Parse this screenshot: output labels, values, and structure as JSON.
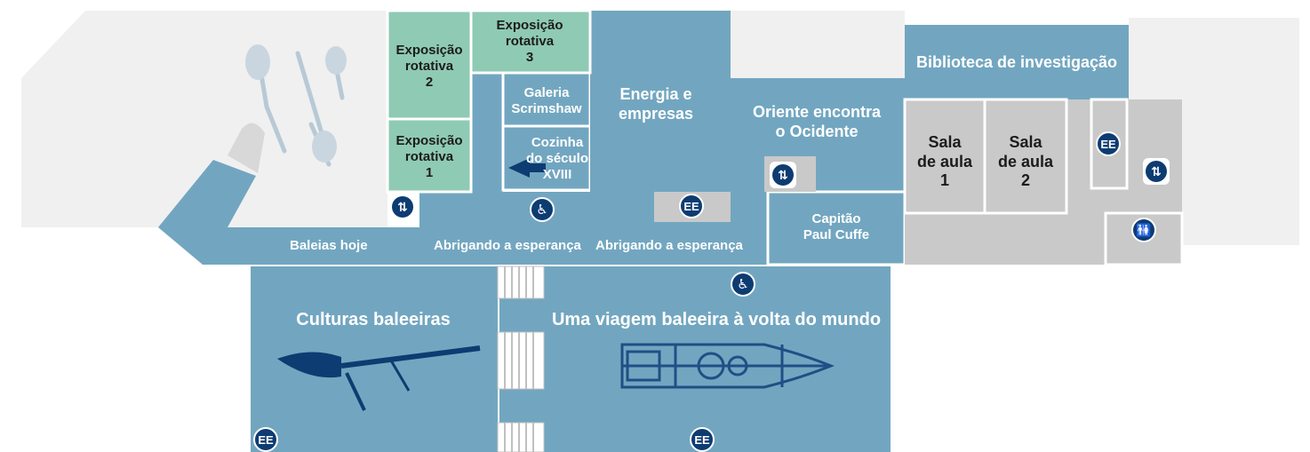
{
  "rooms": {
    "baleias_hoje": "Baleias hoje",
    "abrigando_1": "Abrigando a esperança",
    "abrigando_2": "Abrigando a esperança",
    "exp2": [
      "Exposição",
      "rotativa",
      "2"
    ],
    "exp1": [
      "Exposição",
      "rotativa",
      "1"
    ],
    "exp3": [
      "Exposição",
      "rotativa",
      "3"
    ],
    "galeria": [
      "Galeria",
      "Scrimshaw"
    ],
    "cozinha": [
      "Cozinha",
      "do século",
      "XVIII"
    ],
    "energia": [
      "Energia e",
      "empresas"
    ],
    "oriente": [
      "Oriente encontra",
      "o Ocidente"
    ],
    "capitao": [
      "Capitão",
      "Paul Cuffe"
    ],
    "biblioteca": "Biblioteca de investigação",
    "sala1": [
      "Sala",
      "de aula",
      "1"
    ],
    "sala2": [
      "Sala",
      "de aula",
      "2"
    ],
    "culturas": "Culturas baleeiras",
    "viagem": "Uma viagem baleeira à volta do mundo"
  },
  "icons": {
    "ee_text": "EE",
    "elevator_glyph": "⇅",
    "accessible_glyph": "♿",
    "restroom_glyph": "🚻",
    "arrow_glyph": "←"
  },
  "colors": {
    "exhibit": "#72a6c0",
    "exhibit_alt": "#7bacc5",
    "rotating": "#8fcab5",
    "service": "#c9c9c9",
    "background": "#f0f0f0",
    "icon": "#0d3c72",
    "artifact": "#0d3c72"
  }
}
